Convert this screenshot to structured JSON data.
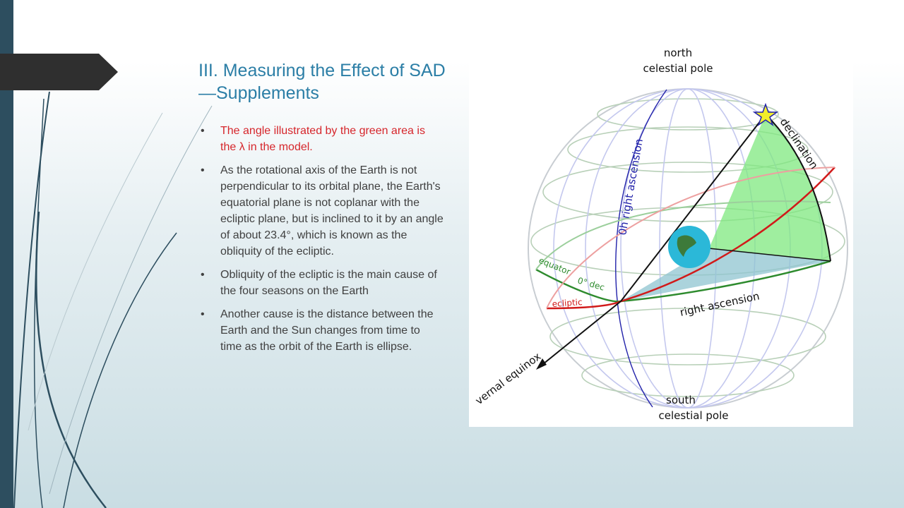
{
  "slide": {
    "title": "III. Measuring the Effect of SAD—Supplements",
    "bullets": [
      {
        "text": "The angle illustrated by the green area is the λ in the model.",
        "highlight": true
      },
      {
        "text": "As the rotational axis of the Earth is not perpendicular to its orbital plane, the Earth's equatorial plane is not coplanar with the ecliptic plane, but is inclined to it by an angle of about 23.4°, which is known as the obliquity of the ecliptic.",
        "highlight": false
      },
      {
        "text": "Obliquity of the ecliptic is the main cause of the four seasons on the Earth",
        "highlight": false
      },
      {
        "text": "Another cause is the distance between the Earth and the Sun changes from time to time as the orbit of the Earth is ellipse.",
        "highlight": false
      }
    ]
  },
  "figure": {
    "labels": {
      "north_line1": "north",
      "north_line2": "celestial pole",
      "south_line1": "south",
      "south_line2": "celestial pole",
      "declination": "declination",
      "right_ascension_0h": "0h right ascension",
      "equator": "equator",
      "zero_dec": "0° dec",
      "ecliptic": "ecliptic",
      "right_ascension": "right ascension",
      "vernal_equinox": "vernal equinox"
    },
    "colors": {
      "equator": "#2e8b2e",
      "ecliptic": "#d11a1a",
      "ra_meridian": "#2222aa",
      "green_area": "#7fe87f",
      "blue_area": "#8fc4d0",
      "star": "#f2ee2a"
    }
  },
  "theme": {
    "title_color": "#2b7ea6",
    "text_color": "#404040",
    "highlight_color": "#d6262b",
    "bar_color": "#2d4e5f",
    "tab_color": "#2f2f2f"
  }
}
